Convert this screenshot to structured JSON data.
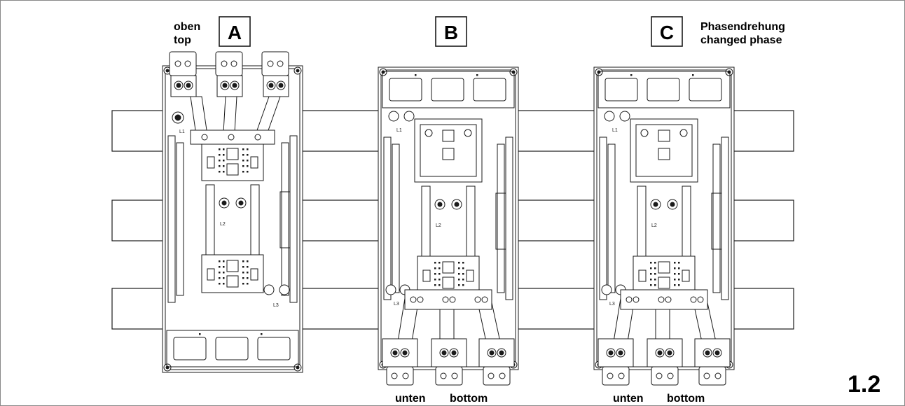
{
  "labels": {
    "panel_a": "A",
    "panel_b": "B",
    "panel_c": "C",
    "top_de": "oben",
    "top_en": "top",
    "phase_de": "Phasendrehung",
    "phase_en": "changed phase",
    "bottom_de_b": "unten",
    "bottom_en_b": "bottom",
    "bottom_de_c": "unten",
    "bottom_en_c": "bottom",
    "figure_number": "1.2"
  },
  "modules": [
    {
      "id": "A",
      "orientation": "top",
      "phase_labels": [
        {
          "text": "L1"
        },
        {
          "text": "L2"
        },
        {
          "text": "L3"
        }
      ]
    },
    {
      "id": "B",
      "orientation": "bottom",
      "phase_labels": [
        {
          "text": "L1"
        },
        {
          "text": "L2"
        },
        {
          "text": "L3"
        }
      ]
    },
    {
      "id": "C",
      "orientation": "bottom",
      "phase_labels": [
        {
          "text": "L1"
        },
        {
          "text": "L2"
        },
        {
          "text": "L3"
        }
      ]
    }
  ],
  "colors": {
    "line": "#1a1a1a",
    "background": "#ffffff"
  }
}
